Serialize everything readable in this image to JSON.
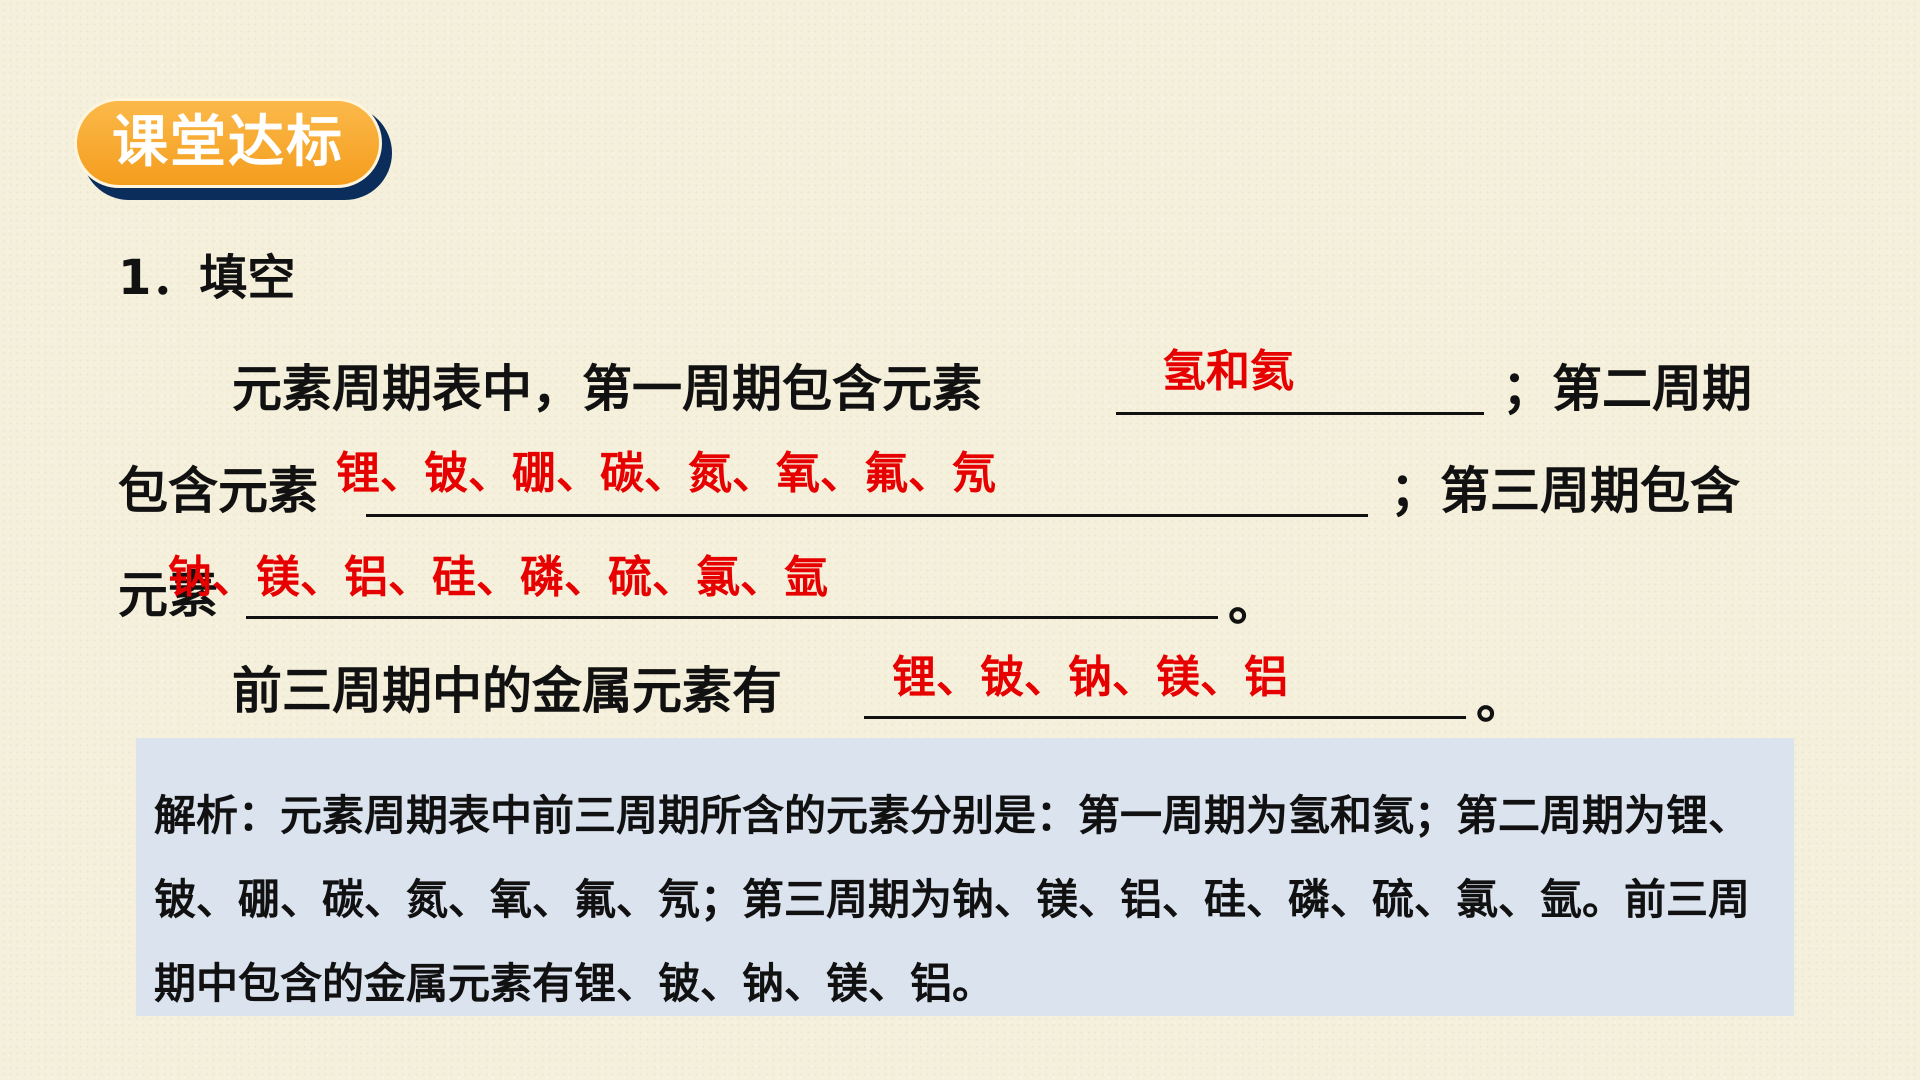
{
  "badge": {
    "label": "课堂达标"
  },
  "question": {
    "heading": "1．填空",
    "line1_prefix": "元素周期表中，第一周期包含元素",
    "line1_suffix": "；第二周期",
    "line2_prefix": "包含元素",
    "line2_suffix": "；第三周期包含",
    "line3_prefix": "元素",
    "line3_suffix": "。",
    "line4_prefix": "前三周期中的金属元素有",
    "line4_suffix": "。"
  },
  "answers": {
    "period1": "氢和氦",
    "period2": "锂、铍、硼、碳、氮、氧、氟、氖",
    "period3": "钠、镁、铝、硅、磷、硫、氯、氩",
    "metals": "锂、铍、钠、镁、铝"
  },
  "explanation": {
    "text": "解析：元素周期表中前三周期所含的元素分别是：第一周期为氢和氦；第二周期为锂、铍、硼、碳、氮、氧、氟、氖；第三周期为钠、镁、铝、硅、磷、硫、氯、氩。前三周期中包含的金属元素有锂、铍、钠、镁、铝。"
  },
  "colors": {
    "badge": "#f49d1d",
    "badge_shadow": "#0b2d5b",
    "answer": "#e60000",
    "explain_bg": "#dbe3ef"
  }
}
